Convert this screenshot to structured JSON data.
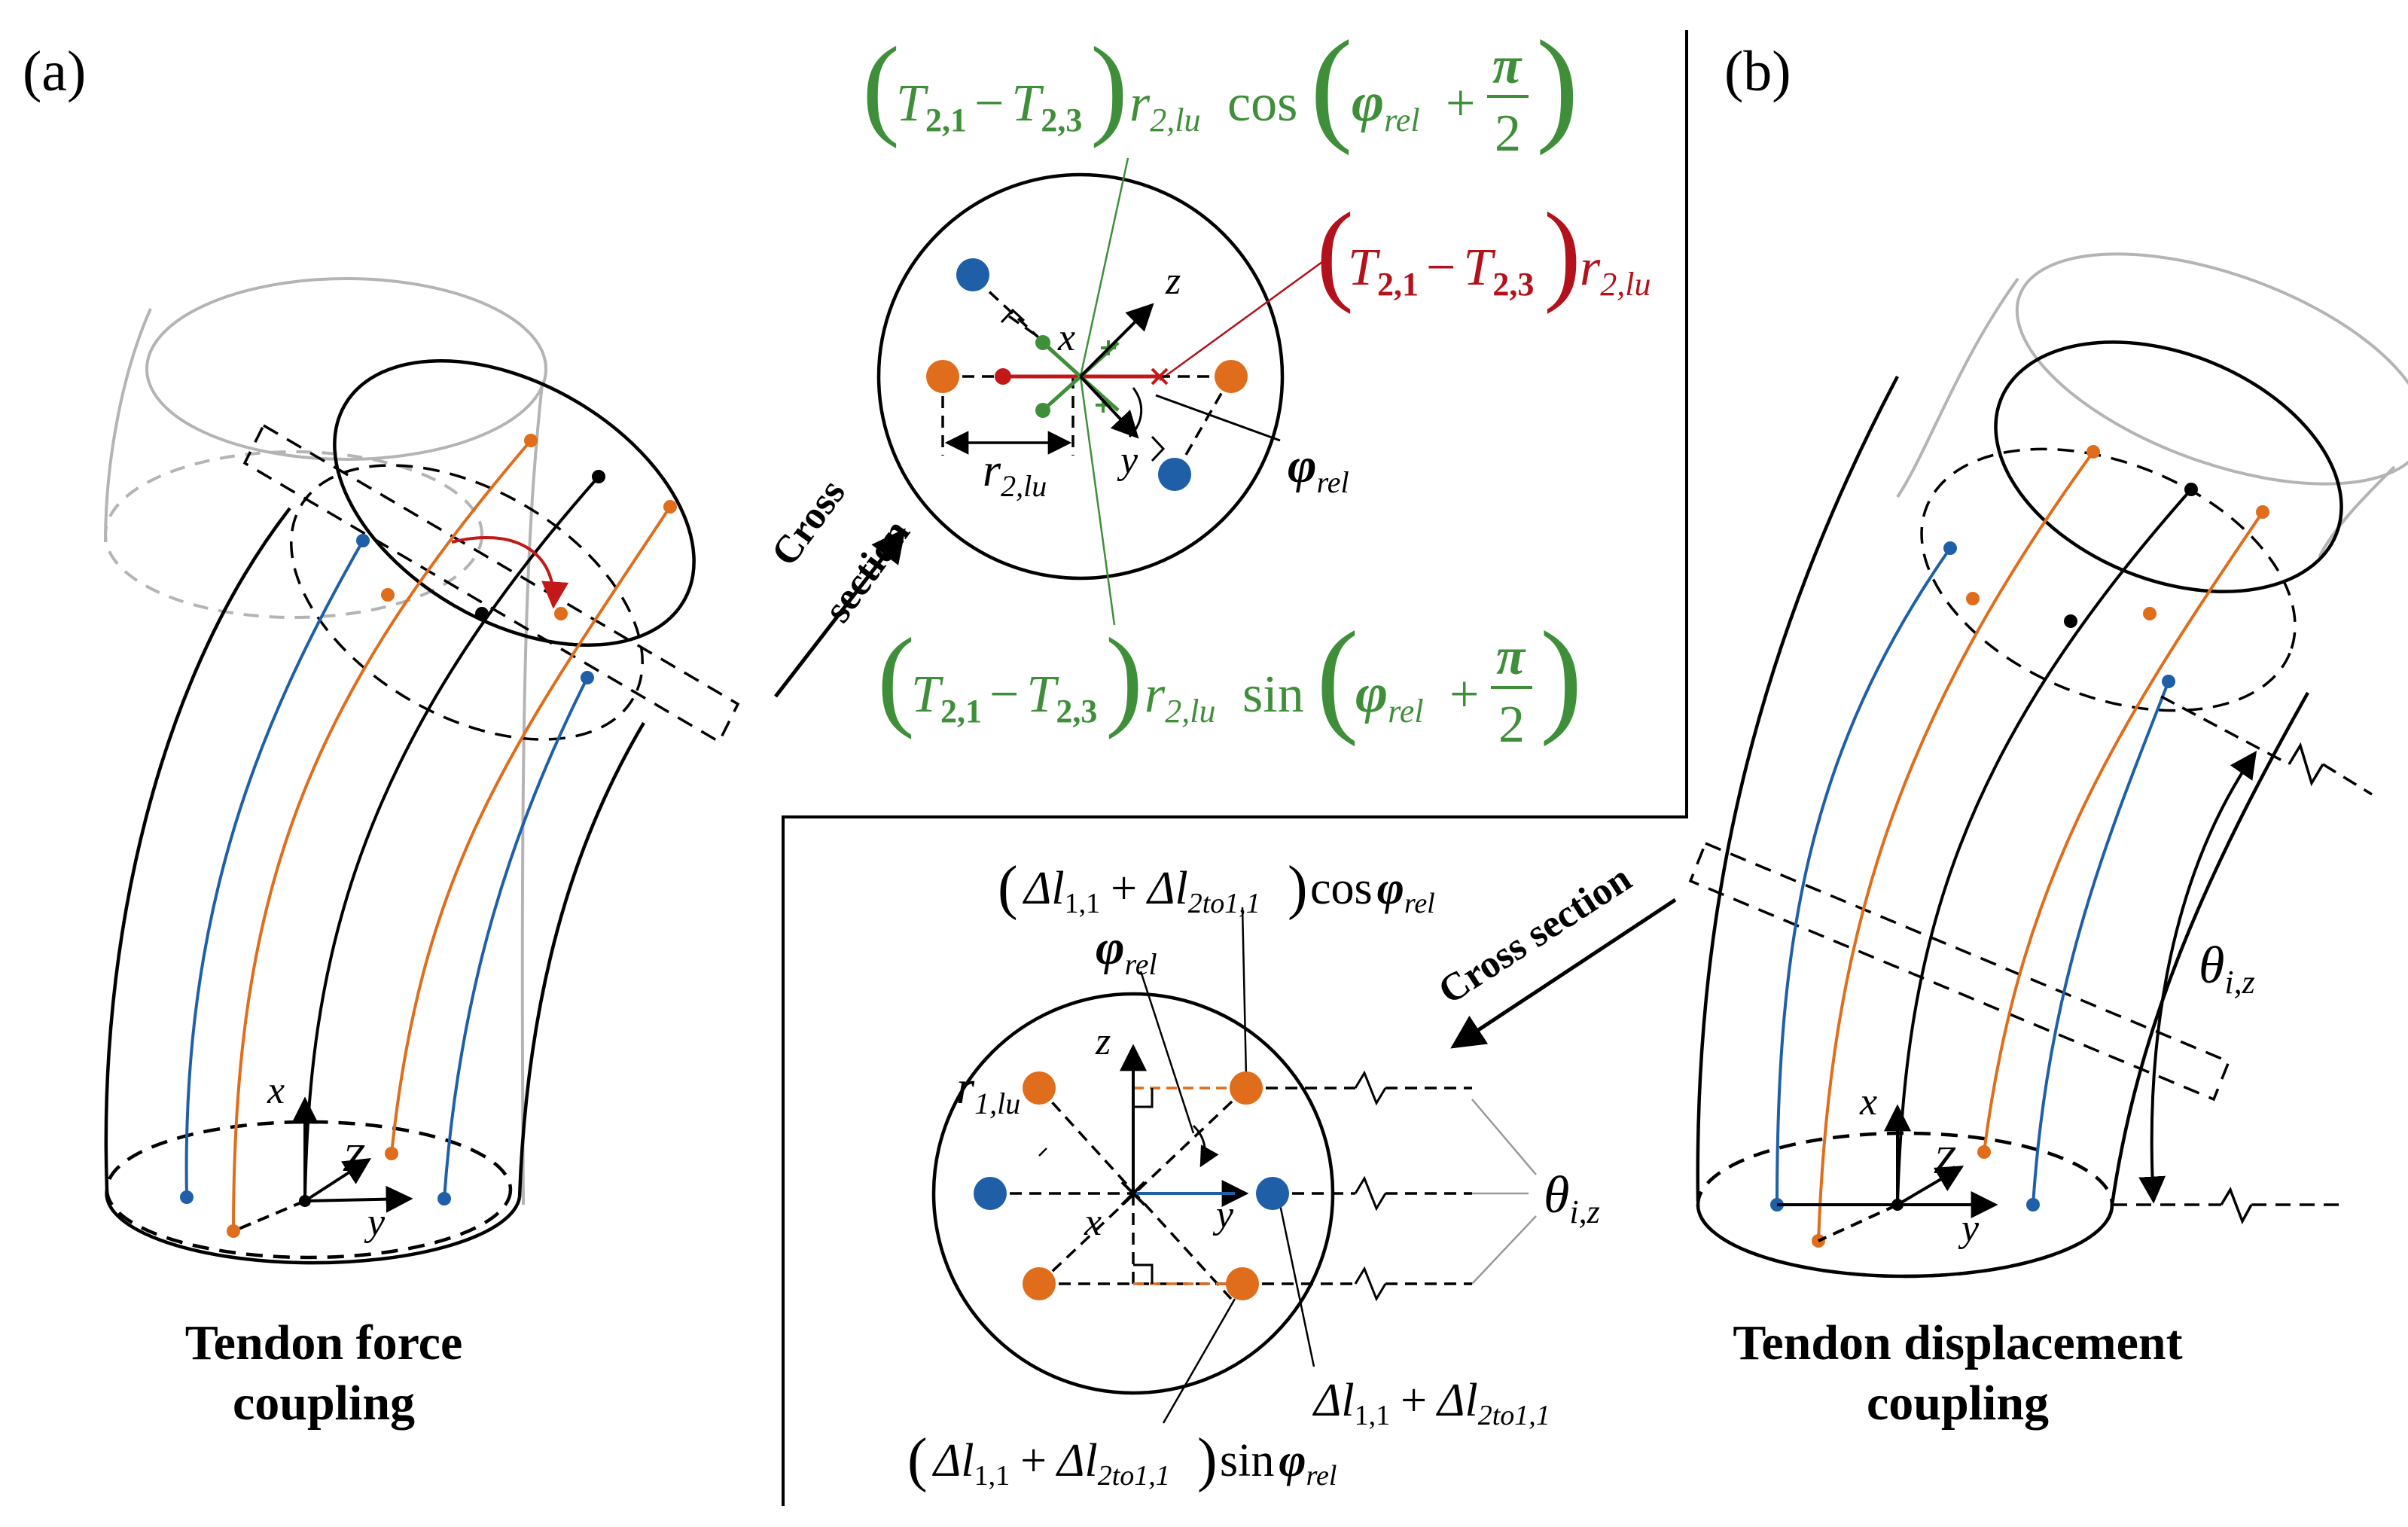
{
  "panels": {
    "a": {
      "label": "(a)",
      "caption_line1": "Tendon force",
      "caption_line2": "coupling"
    },
    "b": {
      "label": "(b)",
      "caption_line1": "Tendon displacement",
      "caption_line2": "coupling"
    }
  },
  "arrows": {
    "cross_a_line1": "Cross",
    "cross_a_line2": "section",
    "cross_b": "Cross section"
  },
  "axes": {
    "x": "x",
    "y": "y",
    "z": "z",
    "Z": "Z"
  },
  "symbols": {
    "phi": "φ",
    "rel": "rel",
    "r": "r",
    "sub_2lu": "2,lu",
    "sub_1lu": "1,lu",
    "theta": "θ",
    "sub_iz": "i,z",
    "T": "T",
    "sub_21": "2,1",
    "sub_23": "2,3",
    "minus": "−",
    "plus": "+",
    "pi": "π",
    "two": "2",
    "cos": "cos",
    "sin": "sin",
    "delta_l": "Δl",
    "sub_11": "1,1",
    "sub_2to11": "2to1,1",
    "lparen": "(",
    "rparen": ")"
  },
  "colors": {
    "blue": "#1f5fa8",
    "orange": "#e06d1b",
    "green": "#3f8f3a",
    "red": "#b3121c",
    "gray": "#b4b4b4"
  }
}
